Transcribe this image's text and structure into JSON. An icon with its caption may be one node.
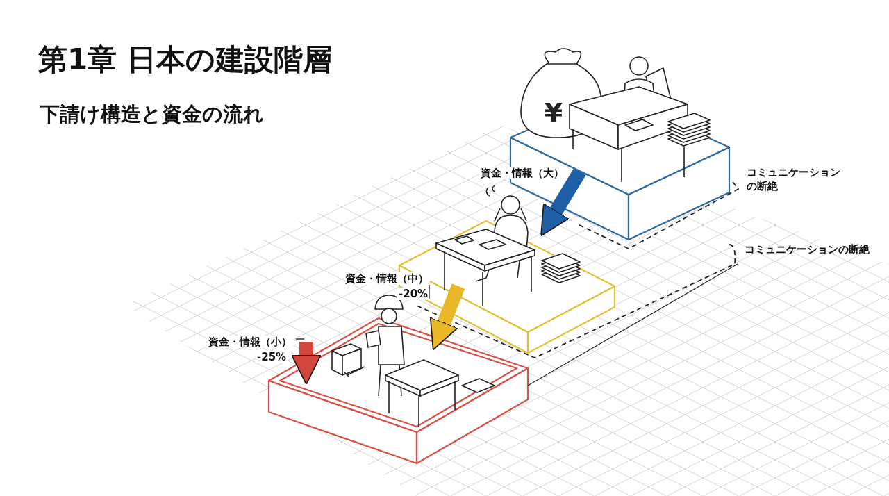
{
  "diagram": {
    "title": "第1章 日本の建設階層",
    "nodes": [
      {
        "text": [],
        "shape": "box"
      },
      {
        "text": [],
        "shape": "box"
      },
      {
        "text": [],
        "shape": "box"
      }
    ],
    "edges": [
      {
        "from": 0,
        "to": 1,
        "arrow": "to",
        "label": "資金・情報（大）",
        "color": "#1f5fa8"
      },
      {
        "from": 1,
        "to": 2,
        "arrow": "to",
        "label": "資金・情報（中）",
        "color": "#e8b828"
      },
      {
        "from": null,
        "to": 2,
        "arrow": "to",
        "label": "資金・情報（小）",
        "color": "#d2463c"
      }
    ],
    "labels": [
      "下請け構造と資金の流れ",
      "¥",
      "コミュニケーションの断絶",
      "コミュニケーションの断絶",
      "-20%",
      "-25%"
    ]
  }
}
